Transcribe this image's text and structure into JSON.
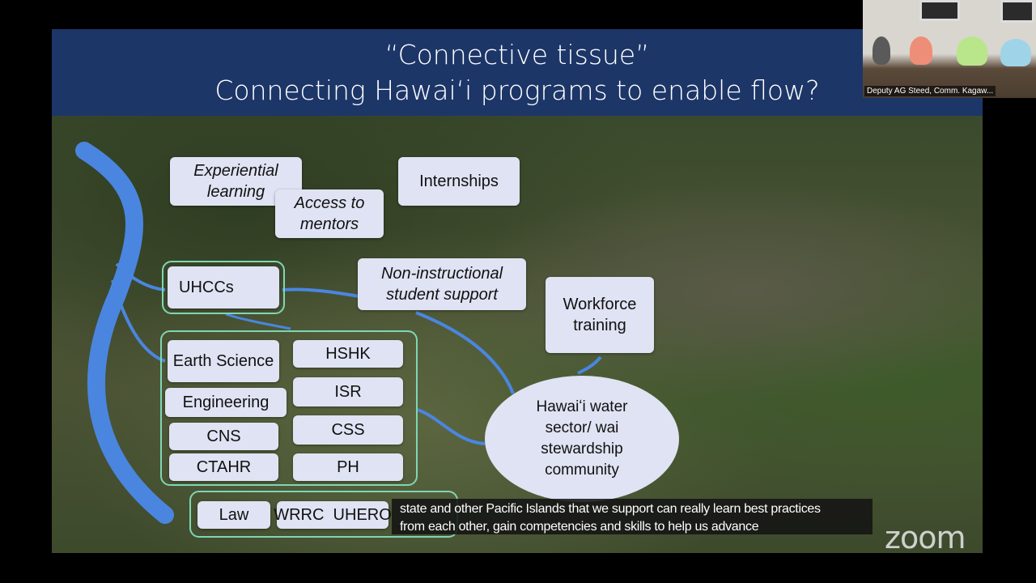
{
  "slide": {
    "title_line1": "“Connective tissue”",
    "title_line2": "Connecting Hawaiʻi programs to enable flow?",
    "boxes": {
      "experiential": "Experiential learning",
      "mentors": "Access to mentors",
      "internships": "Internships",
      "uhccs": "UHCCs",
      "noninstructional": "Non-instructional student support",
      "workforce": "Workforce training",
      "earth": "Earth Science",
      "engineering": "Engineering",
      "cns": "CNS",
      "ctahr": "CTAHR",
      "hshk": "HSHK",
      "isr": "ISR",
      "css": "CSS",
      "ph": "PH",
      "law": "Law",
      "hidden": "WRRC  UHERO",
      "community": "Hawaiʻi water sector/ wai stewardship community"
    }
  },
  "caption": {
    "line1": "state and other Pacific Islands that we support can really learn best practices",
    "line2": "from each other, gain competencies and skills to help us advance"
  },
  "video": {
    "participant_label": "Deputy AG Steed, Comm. Kagaw..."
  },
  "watermark": "zoom",
  "colors": {
    "header": "#1d3668",
    "flow": "#4a86e0",
    "group_border": "#7fd6b4",
    "box": "#dfe3f3"
  }
}
